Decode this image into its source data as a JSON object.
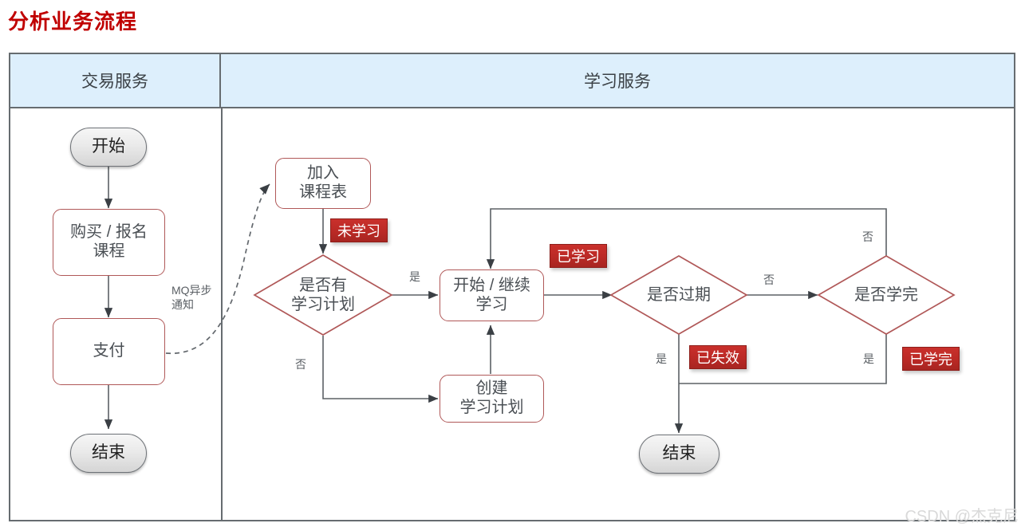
{
  "page": {
    "title": "分析业务流程",
    "title_color": "#c00000",
    "watermark": "CSDN @杰克尼"
  },
  "lanes": [
    {
      "id": "trade",
      "label": "交易服务"
    },
    {
      "id": "study",
      "label": "学习服务"
    }
  ],
  "chart_data": {
    "type": "diagram",
    "title": "分析业务流程",
    "nodes": [
      {
        "id": "start-trade",
        "label": "开始",
        "shape": "terminator",
        "lane": "trade"
      },
      {
        "id": "buy-course",
        "label": "购买 / 报名\n课程",
        "shape": "process",
        "lane": "trade"
      },
      {
        "id": "pay",
        "label": "支付",
        "shape": "process",
        "lane": "trade"
      },
      {
        "id": "end-trade",
        "label": "结束",
        "shape": "terminator",
        "lane": "trade"
      },
      {
        "id": "join-table",
        "label": "加入\n课程表",
        "shape": "process",
        "lane": "study"
      },
      {
        "id": "has-plan",
        "label": "是否有\n学习计划",
        "shape": "decision",
        "lane": "study"
      },
      {
        "id": "create-plan",
        "label": "创建\n学习计划",
        "shape": "process",
        "lane": "study"
      },
      {
        "id": "start-study",
        "label": "开始 / 继续\n学习",
        "shape": "process",
        "lane": "study"
      },
      {
        "id": "is-expired",
        "label": "是否过期",
        "shape": "decision",
        "lane": "study"
      },
      {
        "id": "is-finished",
        "label": "是否学完",
        "shape": "decision",
        "lane": "study"
      },
      {
        "id": "end-study",
        "label": "结束",
        "shape": "terminator",
        "lane": "study"
      }
    ],
    "edges": [
      {
        "from": "start-trade",
        "to": "buy-course",
        "label": ""
      },
      {
        "from": "buy-course",
        "to": "pay",
        "label": ""
      },
      {
        "from": "pay",
        "to": "end-trade",
        "label": ""
      },
      {
        "from": "pay",
        "to": "join-table",
        "label": "MQ异步\n通知",
        "style": "dashed"
      },
      {
        "from": "join-table",
        "to": "has-plan",
        "label": ""
      },
      {
        "from": "has-plan",
        "to": "start-study",
        "label": "是"
      },
      {
        "from": "has-plan",
        "to": "create-plan",
        "label": "否"
      },
      {
        "from": "create-plan",
        "to": "start-study",
        "label": ""
      },
      {
        "from": "start-study",
        "to": "is-expired",
        "label": ""
      },
      {
        "from": "is-expired",
        "to": "is-finished",
        "label": "否"
      },
      {
        "from": "is-expired",
        "to": "end-study",
        "label": "是"
      },
      {
        "from": "is-finished",
        "to": "start-study",
        "label": "否"
      },
      {
        "from": "is-finished",
        "to": "end-study",
        "label": "是"
      }
    ],
    "badges": [
      {
        "id": "badge-not-studied",
        "label": "未学习",
        "near": "join-table"
      },
      {
        "id": "badge-studied",
        "label": "已学习",
        "near": "start-study"
      },
      {
        "id": "badge-expired",
        "label": "已失效",
        "near": "is-expired"
      },
      {
        "id": "badge-finished",
        "label": "已学完",
        "near": "is-finished"
      }
    ],
    "colors": {
      "title": "#c00000",
      "lane_header_bg": "#ddeffc",
      "frame_border": "#666c70",
      "process_border": "#b05858",
      "badge_bg": "#bc2a26",
      "connector": "#5c6165"
    }
  },
  "nodes": {
    "start_trade": "开始",
    "buy_course_l1": "购买 / 报名",
    "buy_course_l2": "课程",
    "pay": "支付",
    "end_trade": "结束",
    "join_table_l1": "加入",
    "join_table_l2": "课程表",
    "has_plan_l1": "是否有",
    "has_plan_l2": "学习计划",
    "create_plan_l1": "创建",
    "create_plan_l2": "学习计划",
    "start_study_l1": "开始 / 继续",
    "start_study_l2": "学习",
    "is_expired": "是否过期",
    "is_finished": "是否学完",
    "end_study": "结束"
  },
  "edge_labels": {
    "mq_l1": "MQ异步",
    "mq_l2": "通知",
    "has_plan_yes": "是",
    "has_plan_no": "否",
    "expired_no": "否",
    "expired_yes": "是",
    "finished_no": "否",
    "finished_yes": "是"
  },
  "badges": {
    "not_studied": "未学习",
    "studied": "已学习",
    "expired": "已失效",
    "finished": "已学完"
  }
}
